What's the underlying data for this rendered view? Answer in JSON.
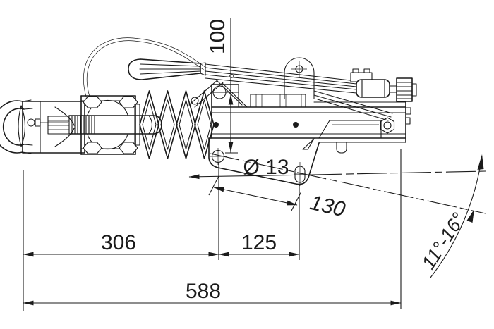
{
  "drawing": {
    "dimensions": {
      "vertical_offset": "100",
      "coupling_length": "306",
      "hole_pitch_horizontal": "125",
      "overall_length": "588",
      "hole_pitch_inclined": "130",
      "hole_diameter": "Ø 13",
      "tilt_angle_range": "11°-16°"
    },
    "colors": {
      "line": "#1b1b1b",
      "background": "#ffffff"
    }
  }
}
